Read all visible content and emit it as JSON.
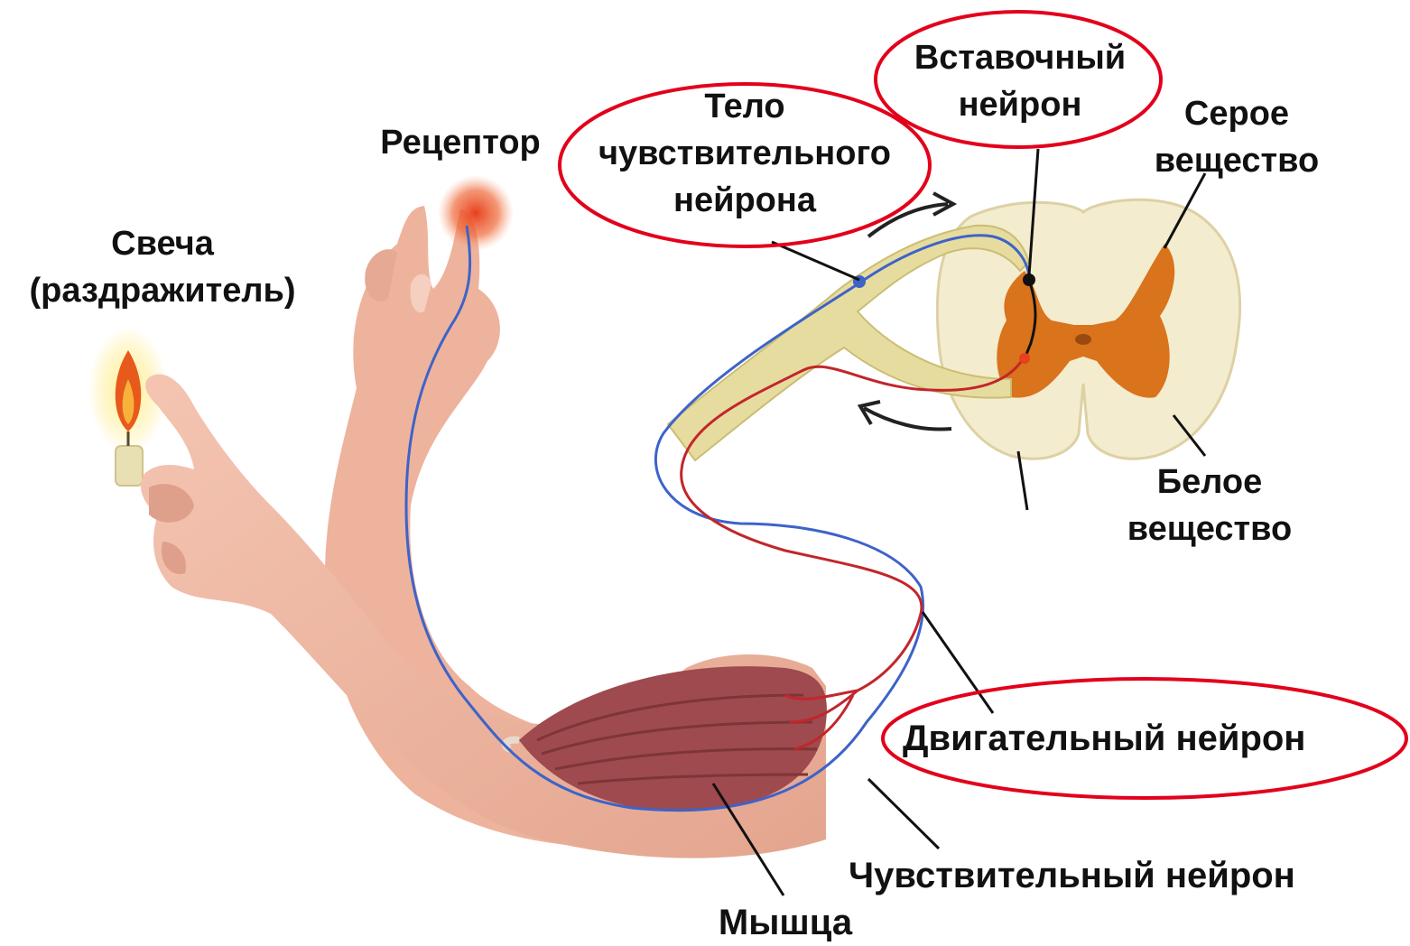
{
  "labels": {
    "candle": "Свеча\n(раздражитель)",
    "receptor": "Рецептор",
    "sensory_body": "Тело\nчувствительного\nнейрона",
    "interneuron": "Вставочный\nнейрон",
    "grey_matter": "Серое\nвещество",
    "white_matter": "Белое\nвещество",
    "motor_neuron": "Двигательный нейрон",
    "sensory_neuron": "Чувствительный нейрон",
    "muscle": "Мышца"
  },
  "colors": {
    "highlight_ellipse": "#e3001b",
    "sensory_path": "#3d63c9",
    "motor_path": "#c2262b",
    "skin": "#f0b9a4",
    "skin_shadow": "#d99a85",
    "muscle": "#9e4a4e",
    "grey_matter": "#d9731c",
    "white_matter": "#f4ecce",
    "nerve": "#d8c98a"
  },
  "icons": {
    "candle": "candle-icon",
    "receptor": "receptor-glow-icon"
  }
}
